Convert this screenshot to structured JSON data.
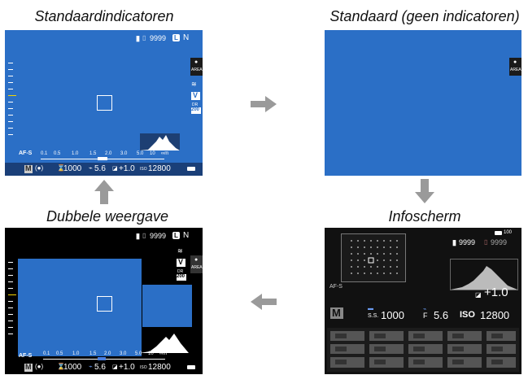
{
  "captions": {
    "standard_indicators": "Standaardindicatoren",
    "standard_no_indicators": "Standaard (geen indicatoren)",
    "dual_view": "Dubbele weergave",
    "info_screen": "Infoscherm"
  },
  "screen_standard": {
    "shots_remaining": "9999",
    "image_size": "L",
    "image_quality": "N",
    "focus_area_label": "AREA",
    "film_sim": "V",
    "drange": "DR",
    "drange_value": "200",
    "focus_mode": "AF-S",
    "distance_scale": [
      "0.1",
      "0.5",
      "1.0",
      "1.5",
      "2.0",
      "3.0",
      "5.0",
      "10",
      "∞m"
    ],
    "exposure_mode": "M",
    "shutter_speed": "1000",
    "aperture": "5.6",
    "exposure_comp": "+1.0",
    "iso_label": "ISO",
    "iso_value": "12800"
  },
  "screen_no_indicators": {
    "focus_area_label": "AREA"
  },
  "screen_dual": {
    "shots_remaining": "9999",
    "image_size": "L",
    "image_quality": "N",
    "focus_area_label": "AREA",
    "film_sim": "V",
    "drange": "DR",
    "drange_value": "200",
    "focus_mode": "AF-S",
    "distance_scale": [
      "0.1",
      "0.5",
      "1.0",
      "1.5",
      "2.0",
      "3.0",
      "5.0",
      "10",
      "∞m"
    ],
    "exposure_mode": "M",
    "shutter_speed": "1000",
    "aperture": "5.6",
    "exposure_comp": "+1.0",
    "iso_label": "ISO",
    "iso_value": "12800"
  },
  "screen_info": {
    "battery_value": "100",
    "shots_remaining_1": "9999",
    "shots_remaining_2": "9999",
    "focus_mode": "AF-S",
    "exposure_comp": "+1.0",
    "exposure_mode": "M",
    "ss_label": "S.S.",
    "shutter_speed": "1000",
    "f_label": "F",
    "aperture": "5.6",
    "iso_label": "ISO",
    "iso_value": "12800"
  },
  "colors": {
    "screen_blue": "#2b6fc6",
    "arrow_gray": "#9a9a9a",
    "footer_bar": "#1a3f78"
  }
}
